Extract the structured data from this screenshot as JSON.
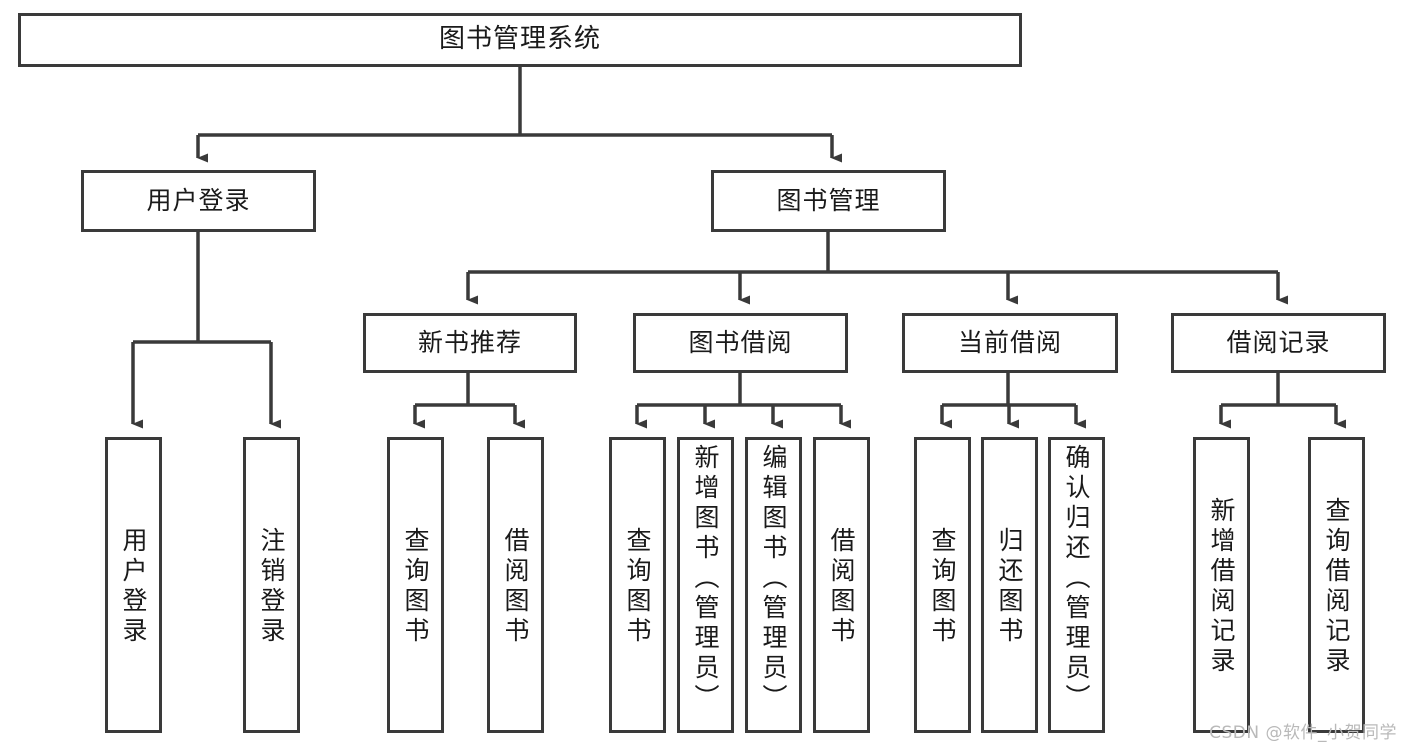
{
  "diagram": {
    "title": "图书管理系统",
    "type": "tree",
    "watermark": "CSDN @软件_小贺同学",
    "colors": {
      "box_border": "#3a3a3a",
      "box_fill": "#ffffff",
      "connector": "#3a3a3a",
      "text": "#1a1a1a",
      "watermark": "#b9b9b9",
      "background": "#ffffff"
    },
    "nodes": {
      "root": {
        "label": "图书管理系统"
      },
      "level2": [
        {
          "id": "user-login",
          "label": "用户登录"
        },
        {
          "id": "book-manage",
          "label": "图书管理"
        }
      ],
      "level3": [
        {
          "id": "new-book-rec",
          "label": "新书推荐"
        },
        {
          "id": "book-borrow",
          "label": "图书借阅"
        },
        {
          "id": "current-borrow",
          "label": "当前借阅"
        },
        {
          "id": "borrow-record",
          "label": "借阅记录"
        }
      ],
      "leaves": {
        "user-login": [
          {
            "id": "leaf-user-login",
            "label": "用户登录"
          },
          {
            "id": "leaf-logout",
            "label": "注销登录"
          }
        ],
        "new-book-rec": [
          {
            "id": "leaf-query-book-1",
            "label": "查询图书"
          },
          {
            "id": "leaf-borrow-book-1",
            "label": "借阅图书"
          }
        ],
        "book-borrow": [
          {
            "id": "leaf-query-book-2",
            "label": "查询图书"
          },
          {
            "id": "leaf-add-book",
            "label": "新增图书（管理员）"
          },
          {
            "id": "leaf-edit-book",
            "label": "编辑图书（管理员）"
          },
          {
            "id": "leaf-borrow-book-2",
            "label": "借阅图书"
          }
        ],
        "current-borrow": [
          {
            "id": "leaf-query-book-3",
            "label": "查询图书"
          },
          {
            "id": "leaf-return-book",
            "label": "归还图书"
          },
          {
            "id": "leaf-confirm-return",
            "label": "确认归还（管理员）"
          }
        ],
        "borrow-record": [
          {
            "id": "leaf-add-record",
            "label": "新增借阅记录"
          },
          {
            "id": "leaf-query-record",
            "label": "查询借阅记录"
          }
        ]
      }
    }
  }
}
